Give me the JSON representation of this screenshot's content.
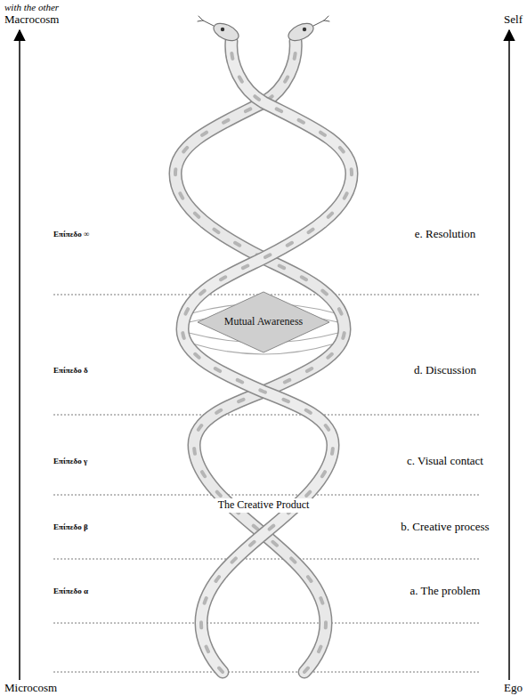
{
  "diagram": {
    "nodes": [
      {
        "text": [
          "Mutual Awareness"
        ]
      }
    ],
    "labels": [
      "with the other",
      "Macrocosm",
      "Self",
      "Επίπεδο ∞",
      "e. Resolution",
      "Επίπεδο δ",
      "d. Discussion",
      "Επίπεδο γ",
      "c. Visual contact",
      "The Creative Product",
      "Επίπεδο β",
      "b. Creative process",
      "Επίπεδο α",
      "a. The problem",
      "Microcosm",
      "Ego"
    ]
  }
}
